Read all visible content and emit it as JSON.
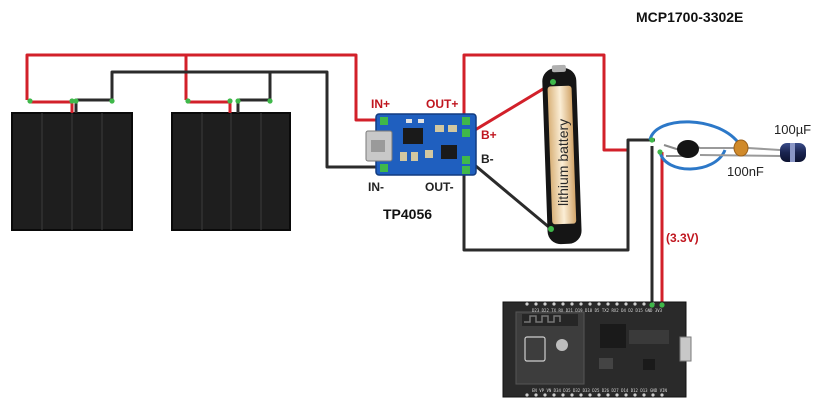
{
  "labels": {
    "in_plus": "IN+",
    "in_minus": "IN-",
    "out_plus": "OUT+",
    "out_minus": "OUT-",
    "b_plus": "B+",
    "b_minus": "B-",
    "charger_module": "TP4056",
    "battery_text": "lithium battery",
    "regulator": "MCP1700-3302E",
    "cap_electrolytic": "100µF",
    "cap_ceramic": "100nF",
    "voltage": "(3.3V)"
  },
  "colors": {
    "positive_wire": "#d2202a",
    "negative_wire": "#2b2b2b",
    "regulator_loop_wire": "#2c78c8",
    "module_board": "#1f5fbf",
    "esp32_board": "#2a2a2a",
    "solar_cell": "#1e1e1e"
  }
}
